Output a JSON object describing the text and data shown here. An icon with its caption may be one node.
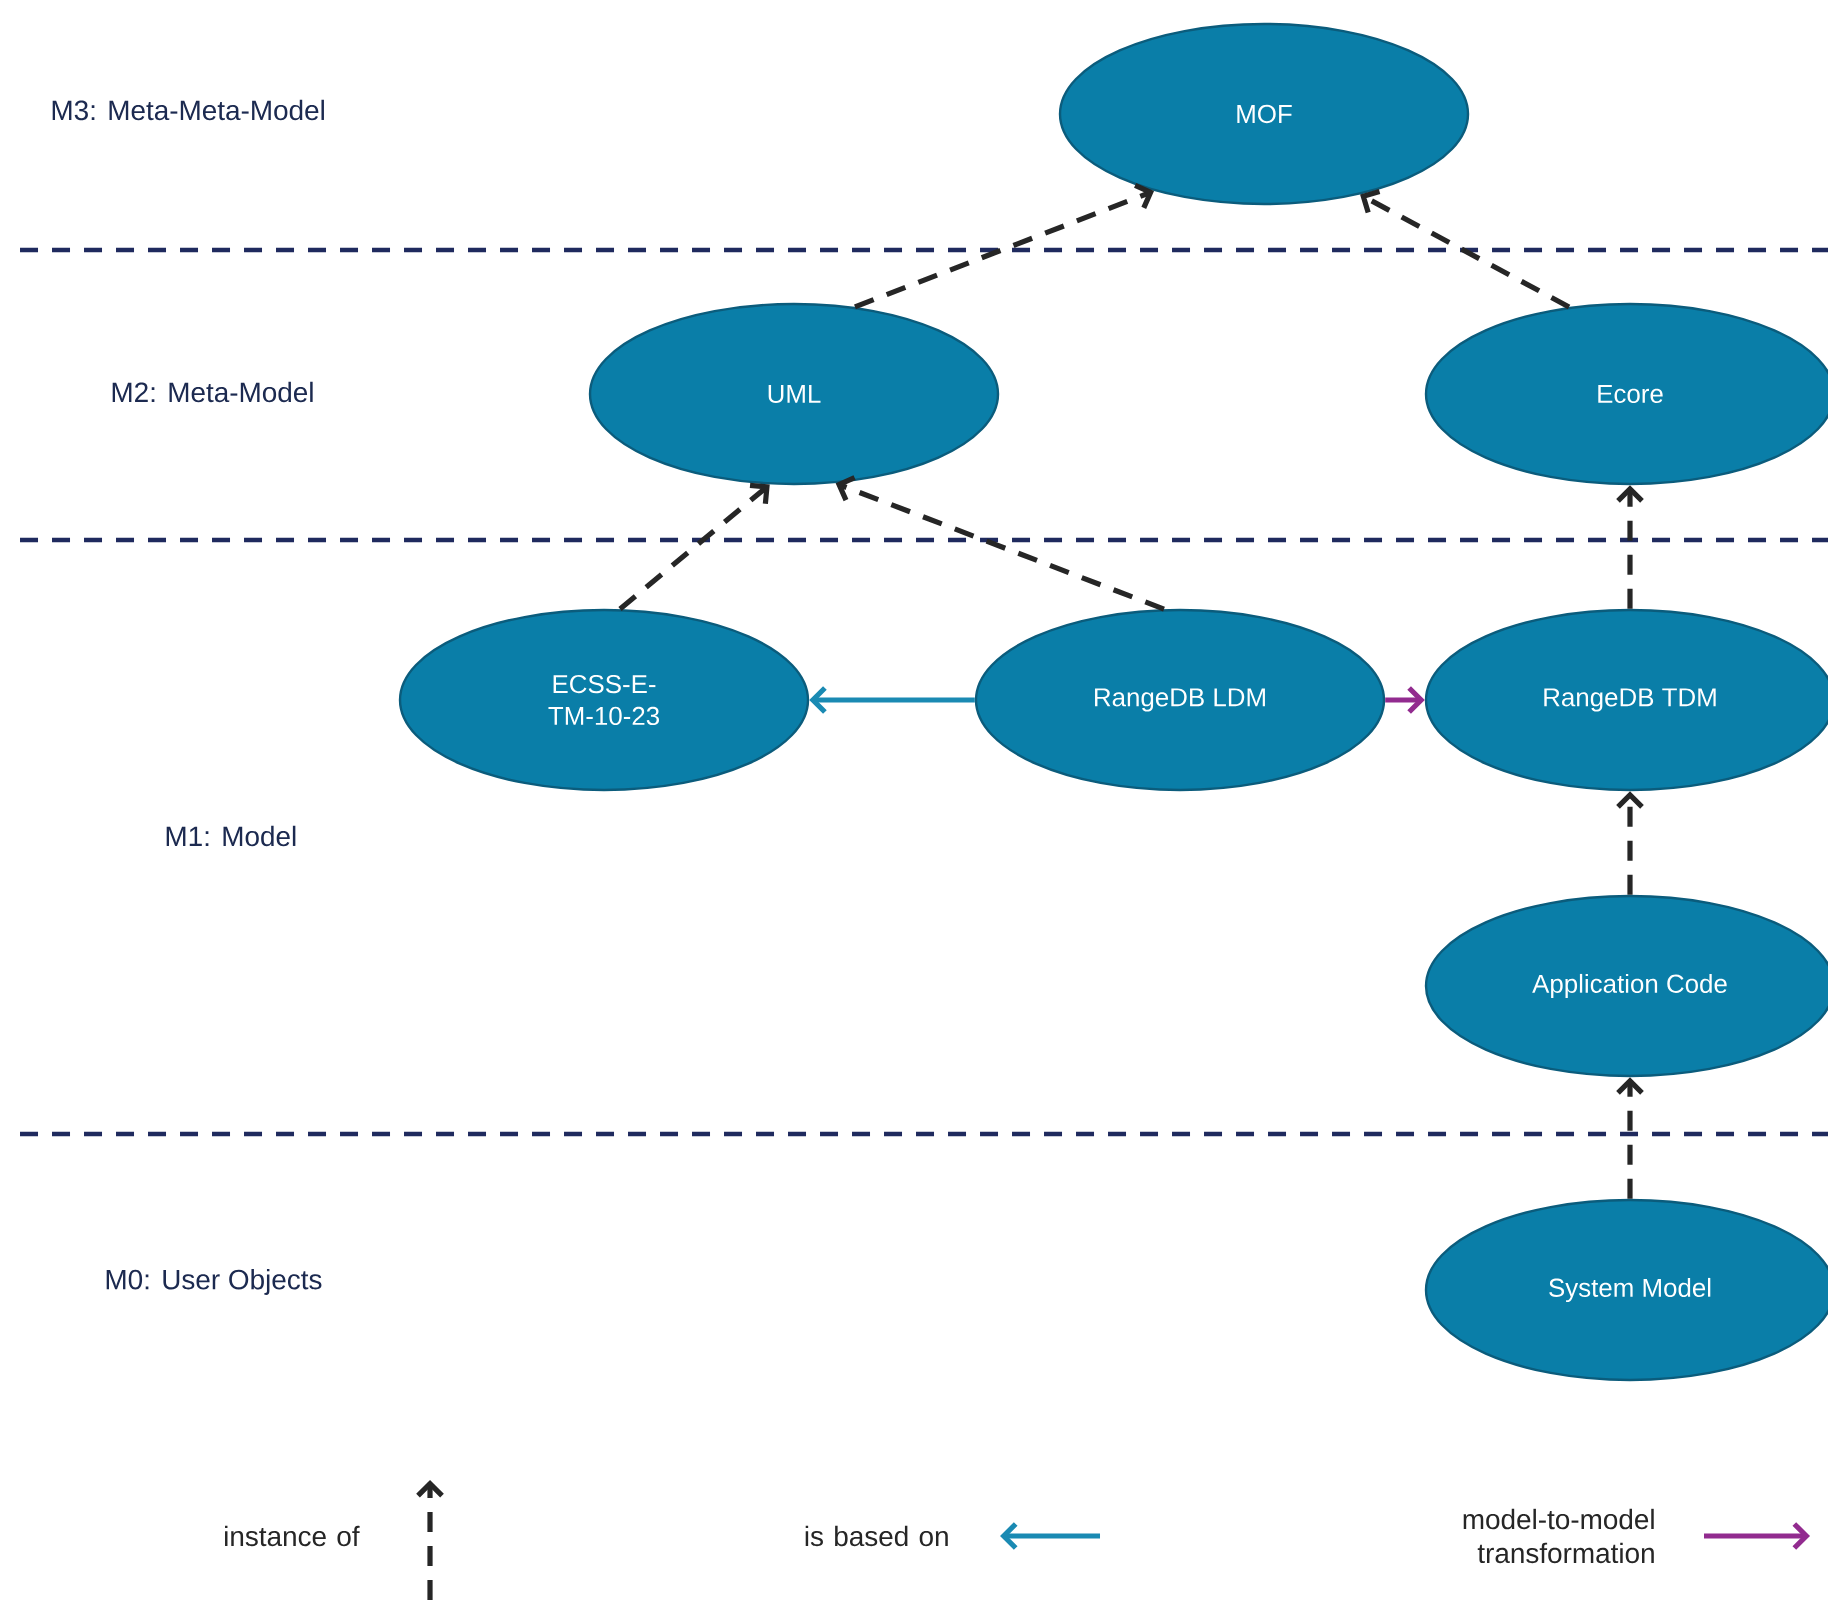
{
  "diagram": {
    "nodes": [
      {
        "text": [
          "MOF"
        ]
      },
      {
        "text": [
          "UML"
        ]
      },
      {
        "text": [
          "Ecore"
        ]
      },
      {
        "text": [
          "ECSS-E-TM-10-23"
        ]
      },
      {
        "text": [
          "RangeDB LDM"
        ]
      },
      {
        "text": [
          "RangeDB TDM"
        ]
      },
      {
        "text": [
          "Application Code"
        ]
      },
      {
        "text": [
          "System Model"
        ]
      }
    ],
    "edges": [
      {
        "from": 1,
        "to": 0,
        "arrow": "to",
        "style": "dashed"
      },
      {
        "from": 2,
        "to": 0,
        "arrow": "to",
        "style": "dashed"
      },
      {
        "from": 3,
        "to": 1,
        "arrow": "to",
        "style": "dashed"
      },
      {
        "from": 4,
        "to": 1,
        "arrow": "to",
        "style": "dashed"
      },
      {
        "from": 4,
        "to": 3,
        "arrow": "to",
        "color": "#1a8ab3"
      },
      {
        "from": 4,
        "to": 5,
        "arrow": "to",
        "color": "#922b8f"
      },
      {
        "from": 5,
        "to": 2,
        "arrow": "to",
        "style": "dashed"
      },
      {
        "from": 6,
        "to": 5,
        "arrow": "to",
        "style": "dashed"
      },
      {
        "from": 7,
        "to": 6,
        "arrow": "to",
        "style": "dashed"
      }
    ],
    "labels": [
      "M3: Meta-Meta-Model",
      "M2: Meta-Model",
      "M1: Model",
      "M0: User Objects"
    ],
    "legend": [
      {
        "text": "instance of"
      },
      {
        "text": "is based on"
      },
      {
        "text": "model-to-model transformation"
      }
    ]
  }
}
